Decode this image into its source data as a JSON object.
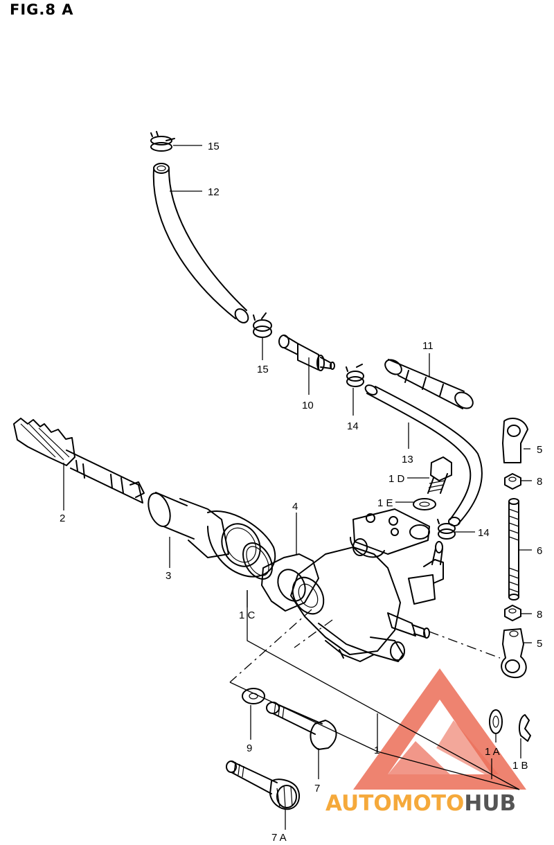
{
  "figure": {
    "title": "FIG.8 A"
  },
  "callouts": [
    {
      "id": "15-top",
      "label": "15"
    },
    {
      "id": "12",
      "label": "12"
    },
    {
      "id": "15-mid",
      "label": "15"
    },
    {
      "id": "10",
      "label": "10"
    },
    {
      "id": "14-upper",
      "label": "14"
    },
    {
      "id": "11",
      "label": "11"
    },
    {
      "id": "13",
      "label": "13"
    },
    {
      "id": "5-upper",
      "label": "5"
    },
    {
      "id": "8-upper",
      "label": "8"
    },
    {
      "id": "1D",
      "label": "1 D"
    },
    {
      "id": "1E",
      "label": "1 E"
    },
    {
      "id": "14-lower",
      "label": "14"
    },
    {
      "id": "6",
      "label": "6"
    },
    {
      "id": "4",
      "label": "4"
    },
    {
      "id": "2",
      "label": "2"
    },
    {
      "id": "3",
      "label": "3"
    },
    {
      "id": "1C",
      "label": "1 C"
    },
    {
      "id": "8-lower",
      "label": "8"
    },
    {
      "id": "5-lower",
      "label": "5"
    },
    {
      "id": "9",
      "label": "9"
    },
    {
      "id": "1",
      "label": "1"
    },
    {
      "id": "1A",
      "label": "1 A"
    },
    {
      "id": "1B",
      "label": "1 B"
    },
    {
      "id": "7",
      "label": "7"
    },
    {
      "id": "7A",
      "label": "7 A"
    }
  ],
  "watermark": {
    "part1": "AUTOMOTO",
    "part2": "HUB",
    "color_primary": "#e8533a",
    "color_secondary": "#f5a93b",
    "color_tertiary": "#555555"
  }
}
